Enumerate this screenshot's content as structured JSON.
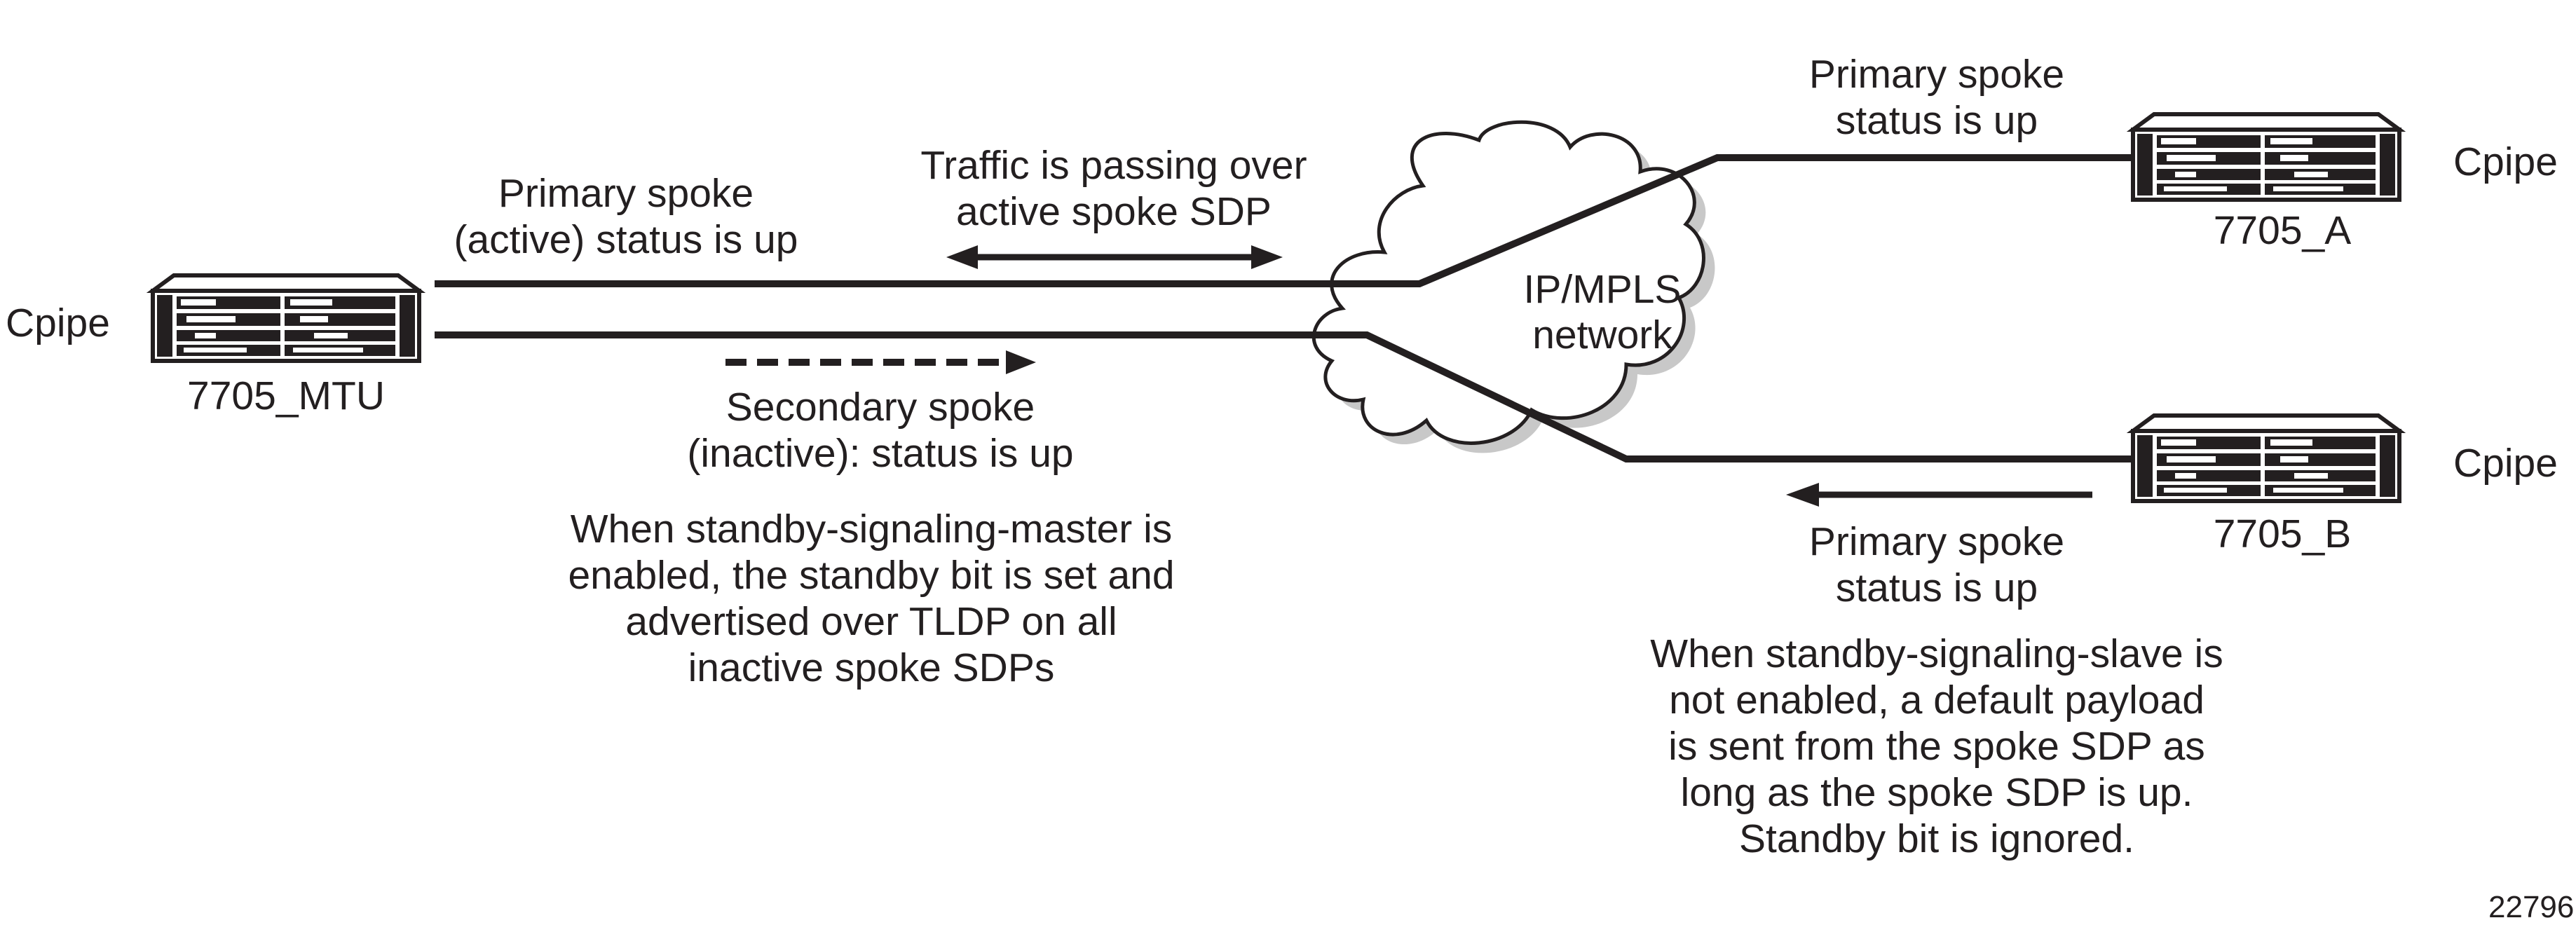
{
  "nodes": {
    "mtu": {
      "label": "7705_MTU",
      "service": "Cpipe"
    },
    "a": {
      "label": "7705_A",
      "service": "Cpipe"
    },
    "b": {
      "label": "7705_B",
      "service": "Cpipe"
    }
  },
  "cloud": {
    "line1": "IP/MPLS",
    "line2": "network"
  },
  "labels": {
    "primary_mtu": [
      "Primary spoke",
      "(active) status is up"
    ],
    "traffic": [
      "Traffic is passing over",
      "active spoke SDP"
    ],
    "secondary": [
      "Secondary spoke",
      "(inactive): status is up"
    ],
    "master_note": [
      "When standby-signaling-master is",
      "enabled, the standby bit is set and",
      "advertised over TLDP on all",
      "inactive spoke SDPs"
    ],
    "primary_a": [
      "Primary spoke",
      "status is up"
    ],
    "primary_b": [
      "Primary spoke",
      "status is up"
    ],
    "slave_note": [
      "When standby-signaling-slave is",
      "not enabled, a default payload",
      "is sent from the spoke SDP as",
      "long as the spoke SDP is up.",
      "Standby bit is ignored."
    ]
  },
  "figure_id": "22796",
  "colors": {
    "ink": "#231f20",
    "shadow": "#c8c8c8",
    "background": "#ffffff"
  }
}
